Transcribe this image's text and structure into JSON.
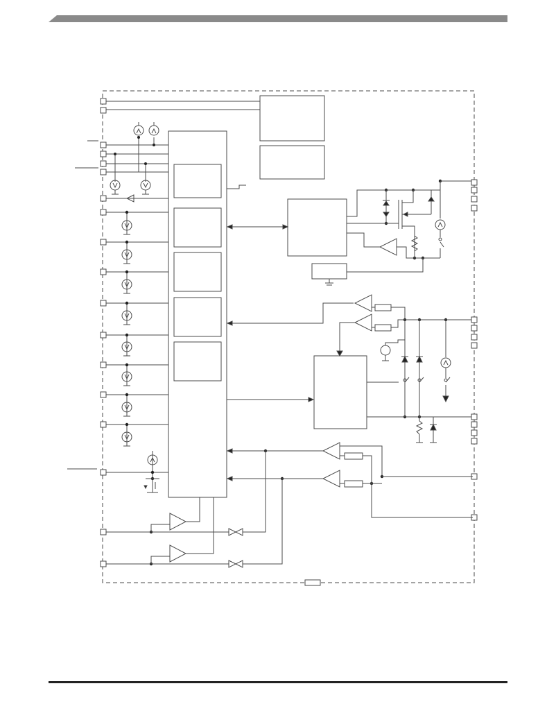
{
  "colors": {
    "line": "#4a4a4a",
    "header_bar": "#8a8a8a",
    "footer_rule": "#222222",
    "background": "#ffffff"
  },
  "diagram": {
    "type": "block-diagram",
    "labels_printed": false,
    "blocks": [
      "top-right-block-a",
      "top-right-block-b",
      "main-logic-block",
      "register-block-1",
      "register-block-2",
      "register-block-3",
      "register-block-4",
      "register-block-5",
      "high-side-driver-block",
      "gnd-block",
      "low-side-driver-block",
      "package-tab"
    ],
    "components": [
      "current-source",
      "amplifier",
      "comparator",
      "resistor",
      "zener-diode",
      "mosfet",
      "switch",
      "transmission-gate",
      "pin"
    ]
  }
}
